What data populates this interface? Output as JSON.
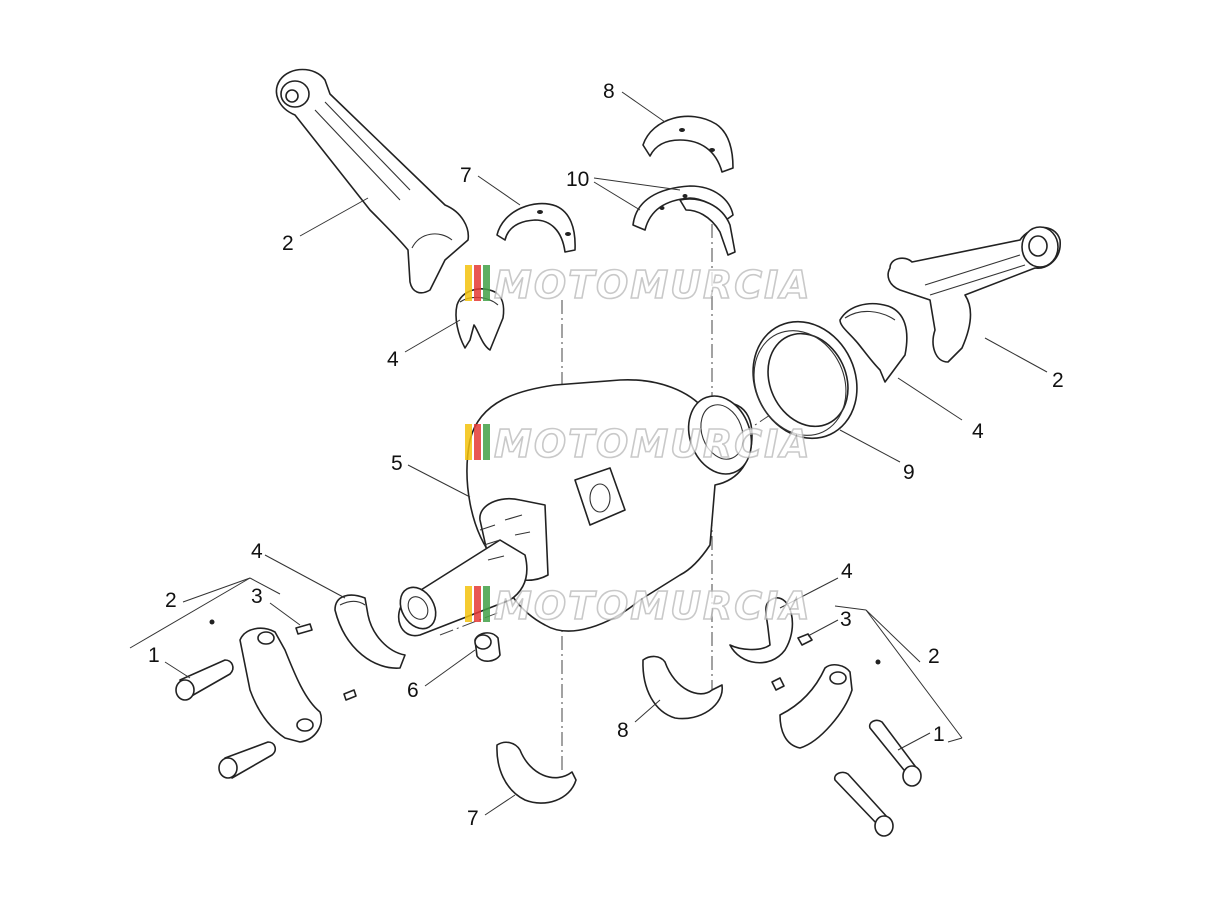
{
  "callouts": {
    "c2_conrod_top": "2",
    "c7_bearing_top": "7",
    "c8_bearing_top": "8",
    "c10_thrust": "10",
    "c4_shell_left": "4",
    "c2_conrod_right": "2",
    "c4_shell_right": "4",
    "c9_seal": "9",
    "c5_crankshaft": "5",
    "c4_shell_lower_left": "4",
    "c2_cap_left": "2",
    "c3_dowel_left": "3",
    "c1_bolt_left": "1",
    "c6_bush": "6",
    "c4_shell_lower_right": "4",
    "c3_dowel_right": "3",
    "c2_cap_right": "2",
    "c8_bearing_bottom": "8",
    "c1_bolt_right": "1",
    "c7_bearing_bottom": "7"
  },
  "watermark": {
    "text": "MOTOMURCIA",
    "flag_colors": [
      "#e53935",
      "#f4c20d",
      "#43a047"
    ]
  },
  "colors": {
    "line": "#222222",
    "background": "#ffffff"
  }
}
